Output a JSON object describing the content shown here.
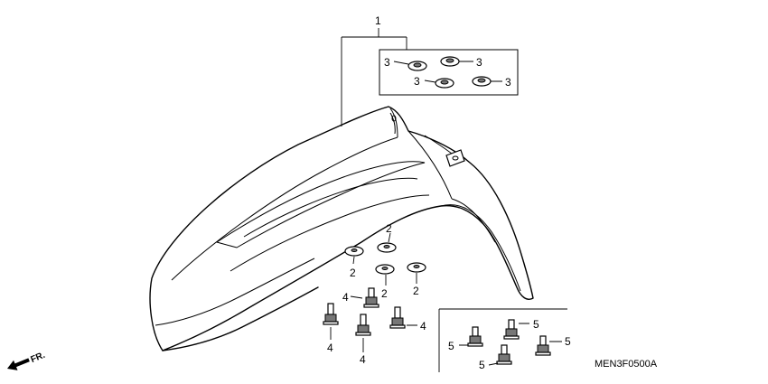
{
  "diagram": {
    "diagram_code": "MEN3F0500A",
    "direction_label": "FR.",
    "callouts": {
      "c1": "1",
      "c3a": "3",
      "c3b": "3",
      "c3c": "3",
      "c3d": "3",
      "c2a": "2",
      "c2b": "2",
      "c2c": "2",
      "c2d": "2",
      "c4a": "4",
      "c4b": "4",
      "c4c": "4",
      "c4d": "4",
      "c5a": "5",
      "c5b": "5",
      "c5c": "5",
      "c5d": "5"
    }
  }
}
